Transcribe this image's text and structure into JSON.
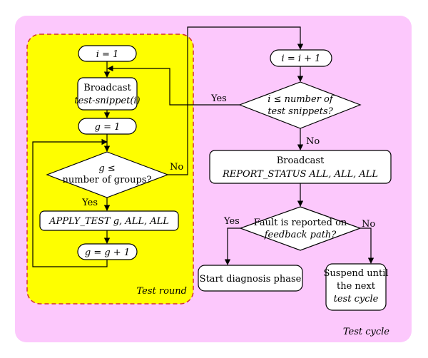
{
  "colors": {
    "cycle_bg": "#fcc8fc",
    "round_bg": "#fefe00",
    "round_border": "#d03030",
    "stroke": "#000000",
    "box_fill": "#ffffff"
  },
  "labels": {
    "test_cycle": "Test cycle",
    "test_round": "Test round",
    "init_i": "i = 1",
    "broadcast_word": "Broadcast",
    "test_snippet_call": "test-snippet(i)",
    "init_g": "g = 1",
    "cond_g_line1": "g ≤",
    "cond_g_line2": "number of groups?",
    "apply_test": "APPLY_TEST g, ALL, ALL",
    "incr_g": "g = g + 1",
    "incr_i": "i = i + 1",
    "cond_i_line1": "i ≤ number of",
    "cond_i_line2": "test snippets?",
    "broadcast2_word": "Broadcast",
    "report_status": "REPORT_STATUS ALL, ALL, ALL",
    "fault_line1": "Fault is reported on",
    "fault_line2": "feedback path?",
    "start_diagnosis": "Start diagnosis phase",
    "suspend_line1": "Suspend until",
    "suspend_line2": "the next",
    "suspend_line3": "test cycle",
    "yes_label": "Yes",
    "no_label": "No"
  }
}
